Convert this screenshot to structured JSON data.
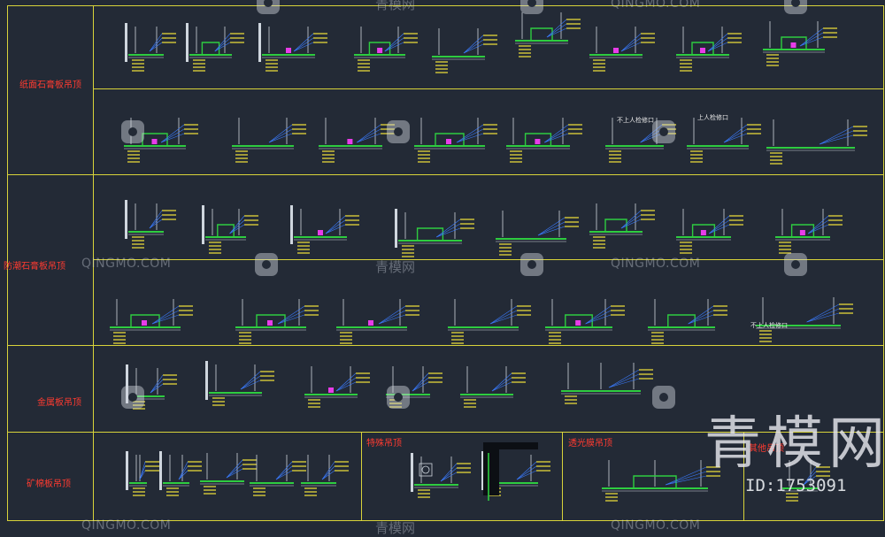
{
  "rows": [
    {
      "label": "纸面石膏板吊顶"
    },
    {
      "label": "防潮石膏板吊顶"
    },
    {
      "label": "金属板吊顶"
    },
    {
      "label": "矿棉板吊顶"
    }
  ],
  "sub_labels": {
    "special": "特殊吊顶",
    "light": "透光膜吊顶",
    "extra": "其他吊顶"
  },
  "annotations": {
    "no_access_1": "不上人检修口",
    "access_1": "上人检修口",
    "no_access_2": "不上人检修口"
  },
  "watermark": {
    "latin": "QINGMO.COM",
    "cn": "青模网",
    "big": "青模网",
    "id": "ID:1753091"
  },
  "colors": {
    "background": "#232a36",
    "frame": "#d8d33a",
    "green": "#2ecc40",
    "yellow": "#f5e63a",
    "red": "#ff3b30",
    "magenta": "#e83ce8",
    "blue": "#3a7bff"
  }
}
